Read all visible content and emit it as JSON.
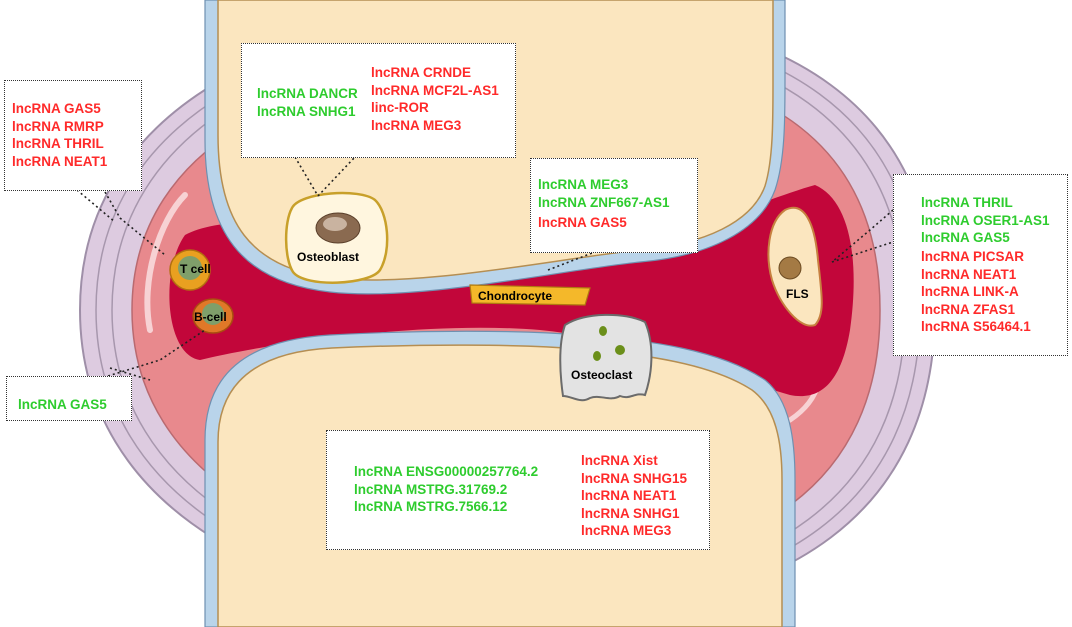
{
  "colors": {
    "upregulated": "#ff2a2a",
    "downregulated": "#2ecc2e",
    "bone": "#fbe6bf",
    "cartilage": "#b9d4ea",
    "synovium": "#c2063a",
    "capsule": "#ddcbe0",
    "membrane": "#e8898d"
  },
  "cells": {
    "osteoblast": "Osteoblast",
    "chondrocyte": "Chondrocyte",
    "osteoclast": "Osteoclast",
    "tcell": "T cell",
    "bcell": "B-cell",
    "fls": "FLS"
  },
  "boxes": {
    "osteoblast": {
      "green": [
        "lncRNA DANCR",
        "lncRNA SNHG1"
      ],
      "red": [
        "lncRNA CRNDE",
        "lncRNA MCF2L-AS1",
        "linc-ROR",
        "lncRNA MEG3"
      ]
    },
    "chondrocyte": {
      "green": [
        "lncRNA MEG3",
        "lncRNA ZNF667-AS1"
      ],
      "red": [
        "lncRNA GAS5"
      ]
    },
    "tcell": {
      "red": [
        "lncRNA GAS5",
        "lncRNA RMRP",
        "lncRNA THRIL",
        "lncRNA NEAT1"
      ]
    },
    "bcell": {
      "green": [
        "lncRNA GAS5"
      ]
    },
    "fls": {
      "green": [
        "lncRNA THRIL",
        "lncRNA OSER1-AS1",
        "lncRNA GAS5"
      ],
      "red": [
        "lncRNA PICSAR",
        "lncRNA NEAT1",
        "lncRNA LINK-A",
        "lncRNA ZFAS1",
        "lncRNA S56464.1"
      ]
    },
    "osteoclast": {
      "green": [
        "lncRNA ENSG00000257764.2",
        "lncRNA MSTRG.31769.2",
        "lncRNA MSTRG.7566.12"
      ],
      "red": [
        "lncRNA Xist",
        "lncRNA SNHG15",
        "lncRNA NEAT1",
        "lncRNA SNHG1",
        "lncRNA MEG3"
      ]
    }
  }
}
